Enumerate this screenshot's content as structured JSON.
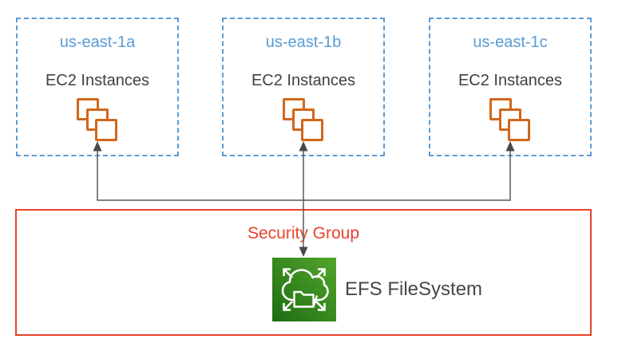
{
  "diagram": {
    "zones": [
      {
        "name": "us-east-1a",
        "service": "EC2 Instances",
        "icon": "ec2-instances-icon"
      },
      {
        "name": "us-east-1b",
        "service": "EC2 Instances",
        "icon": "ec2-instances-icon"
      },
      {
        "name": "us-east-1c",
        "service": "EC2 Instances",
        "icon": "ec2-instances-icon"
      }
    ],
    "security_group": {
      "label": "Security Group"
    },
    "efs": {
      "label": "EFS FileSystem",
      "icon": "efs-cloud-folder-icon"
    },
    "connections": [
      {
        "from": "us-east-1a EC2 Instances",
        "to": "EFS FileSystem"
      },
      {
        "from": "us-east-1b EC2 Instances",
        "to": "EFS FileSystem"
      },
      {
        "from": "us-east-1c EC2 Instances",
        "to": "EFS FileSystem"
      }
    ],
    "colors": {
      "zone_border_blue": "#5B9BD5",
      "zone_name_blue": "#5B9BD5",
      "text_dark_gray": "#404040",
      "ec2_orange": "#D2671C",
      "security_red": "#E8432A",
      "connector_gray": "#595959",
      "efs_green_dark": "#1E6C12",
      "efs_green_light": "#53A62C"
    }
  }
}
